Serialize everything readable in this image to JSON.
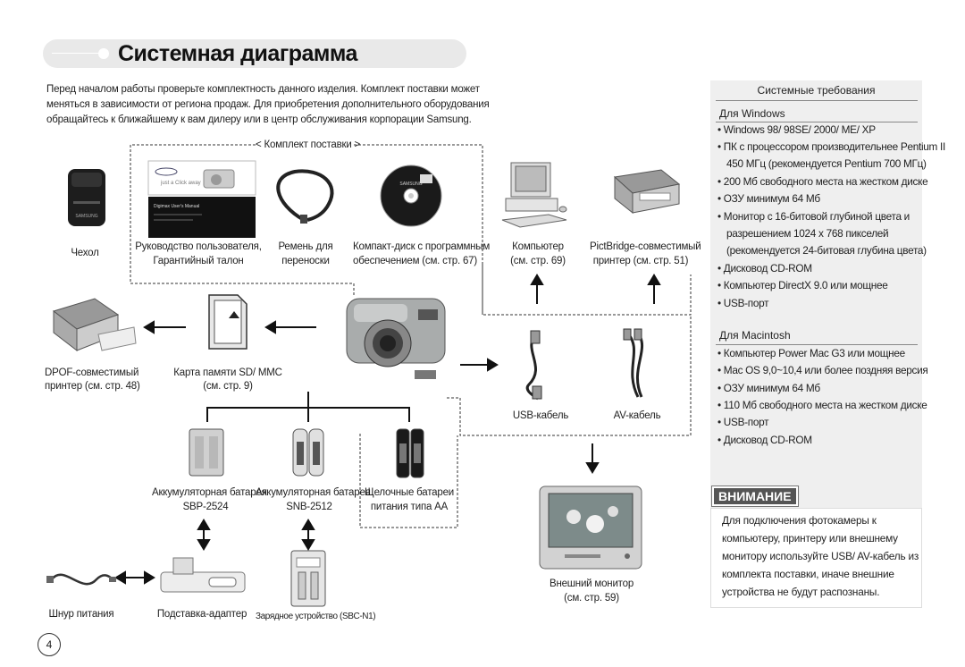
{
  "header": {
    "title": "Системная диаграмма"
  },
  "intro": [
    "Перед началом работы проверьте комплектность данного изделия. Комплект поставки может",
    "меняться в зависимости от региона продаж.  Для приобретения дополнительного оборудования",
    "обращайтесь к ближайшему к вам дилеру или в центр обслуживания корпорации Samsung."
  ],
  "kit_title": "< Комплект поставки >",
  "items": {
    "case": "Чехол",
    "manual_1": "Руководство пользователя,",
    "manual_2": "Гарантийный талон",
    "strap_1": "Ремень для",
    "strap_2": "переноски",
    "cd_1": "Компакт-диск с программным",
    "cd_2": "обеспечением (см. стр. 67)",
    "computer_1": "Компьютер",
    "computer_2": "(см. стр. 69)",
    "pictbridge_1": "PictBridge-совместимый",
    "pictbridge_2": "принтер (см. стр. 51)",
    "dpof_1": "DPOF-совместимый",
    "dpof_2": "принтер (см. стр. 48)",
    "card_1": "Карта памяти SD/ MMC",
    "card_2": "(см. стр. 9)",
    "usb_cable": "USB-кабель",
    "av_cable": "AV-кабель",
    "batt1_1": "Аккумуляторная батарея",
    "batt1_2": "SBP-2524",
    "batt2_1": "Аккумуляторная батарея",
    "batt2_2": "SNB-2512",
    "batt3_1": "Щелочные батареи",
    "batt3_2": "питания типа АА",
    "power_cord": "Шнур питания",
    "cradle": "Подставка-адаптер",
    "charger": "Зарядное устройство (SBC-N1)",
    "monitor_1": "Внешний монитор",
    "monitor_2": "(см. стр. 59)",
    "manual_cover_text": "Digimax User's Manual",
    "cd_label": "SAMSUNG",
    "case_brand": "SAMSUNG"
  },
  "panel": {
    "title": "Системные требования",
    "windows_title": "Для Windows",
    "windows": [
      "• Windows 98/ 98SE/ 2000/ ME/ XP",
      "• ПК с процессором производительнее Pentium II",
      "  450 МГц (рекомендуется Pentium 700 МГц)",
      "• 200 Мб свободного места на жестком диске",
      "• ОЗУ минимум 64 Мб",
      "• Монитор с 16-битовой глубиной цвета и",
      "  разрешением 1024 x 768 пикселей",
      "  (рекомендуется 24-битовая глубина цвета)",
      "• Дисковод CD-ROM",
      "• Компьютер DirectX 9.0  или мощнее",
      "• USB-порт"
    ],
    "mac_title": "Для Macintosh",
    "mac": [
      "• Компьютер Power Mac G3 или мощнее",
      "• Mac OS 9,0~10,4 или более поздняя версия",
      "• ОЗУ минимум 64 Мб",
      "• 110 Мб свободного места на жестком диске",
      "• USB-порт",
      "• Дисковод CD-ROM"
    ],
    "warning_title": "ВНИМАНИЕ",
    "warning": [
      "Для подключения фотокамеры к",
      "компьютеру, принтеру или внешнему",
      "монитору используйте USB/ AV-кабель из",
      "комплекта поставки, иначе внешние",
      "устройства не будут распознаны."
    ]
  },
  "page_number": "4"
}
